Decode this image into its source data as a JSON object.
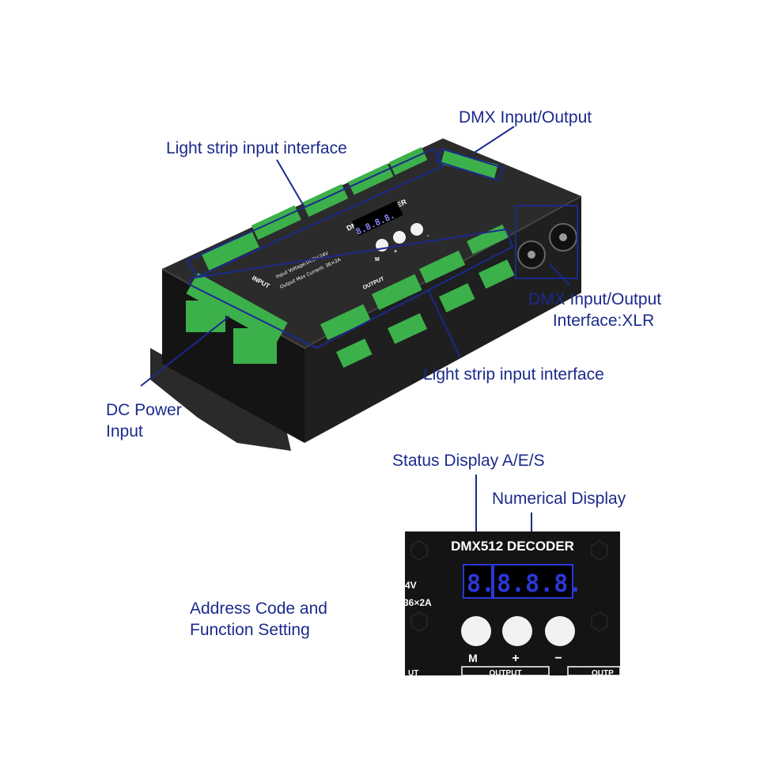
{
  "callouts": {
    "dmx_io": "DMX Input/Output",
    "strip_top": "Light strip input interface",
    "xlr_line1": "DMX Input/Output",
    "xlr_line2": "Interface:XLR",
    "strip_bottom": "Light strip input interface",
    "dc_line1": "DC Power",
    "dc_line2": "Input",
    "status": "Status Display A/E/S",
    "numerical": "Numerical Display",
    "address_line1": "Address Code and",
    "address_line2": "Function Setting"
  },
  "device": {
    "title": "DMX512 DECODER",
    "input_label": "INPUT",
    "output_label": "OUTPUT",
    "spec_voltage": "Input Voltage:DC5V-24V",
    "spec_current": "Output Max Current: 36×2A",
    "display_digits": "8.8.8.8.",
    "btn_m": "M",
    "btn_plus": "+",
    "btn_minus": "-"
  },
  "closeup": {
    "title": "DMX512 DECODER",
    "status_digit": "8.",
    "num_digits": "8.8.8.",
    "side_v": "4V",
    "side_a": "36×2A",
    "btn_m": "M",
    "btn_plus": "+",
    "btn_minus": "−",
    "output_tab": "OUTPUT",
    "left_tab": "UT",
    "right_tab": "OUTP"
  },
  "colors": {
    "callout": "#1b2a8c",
    "terminal": "#3cb04a",
    "body": "#1c1c1c",
    "digits": "#2b37d8"
  }
}
